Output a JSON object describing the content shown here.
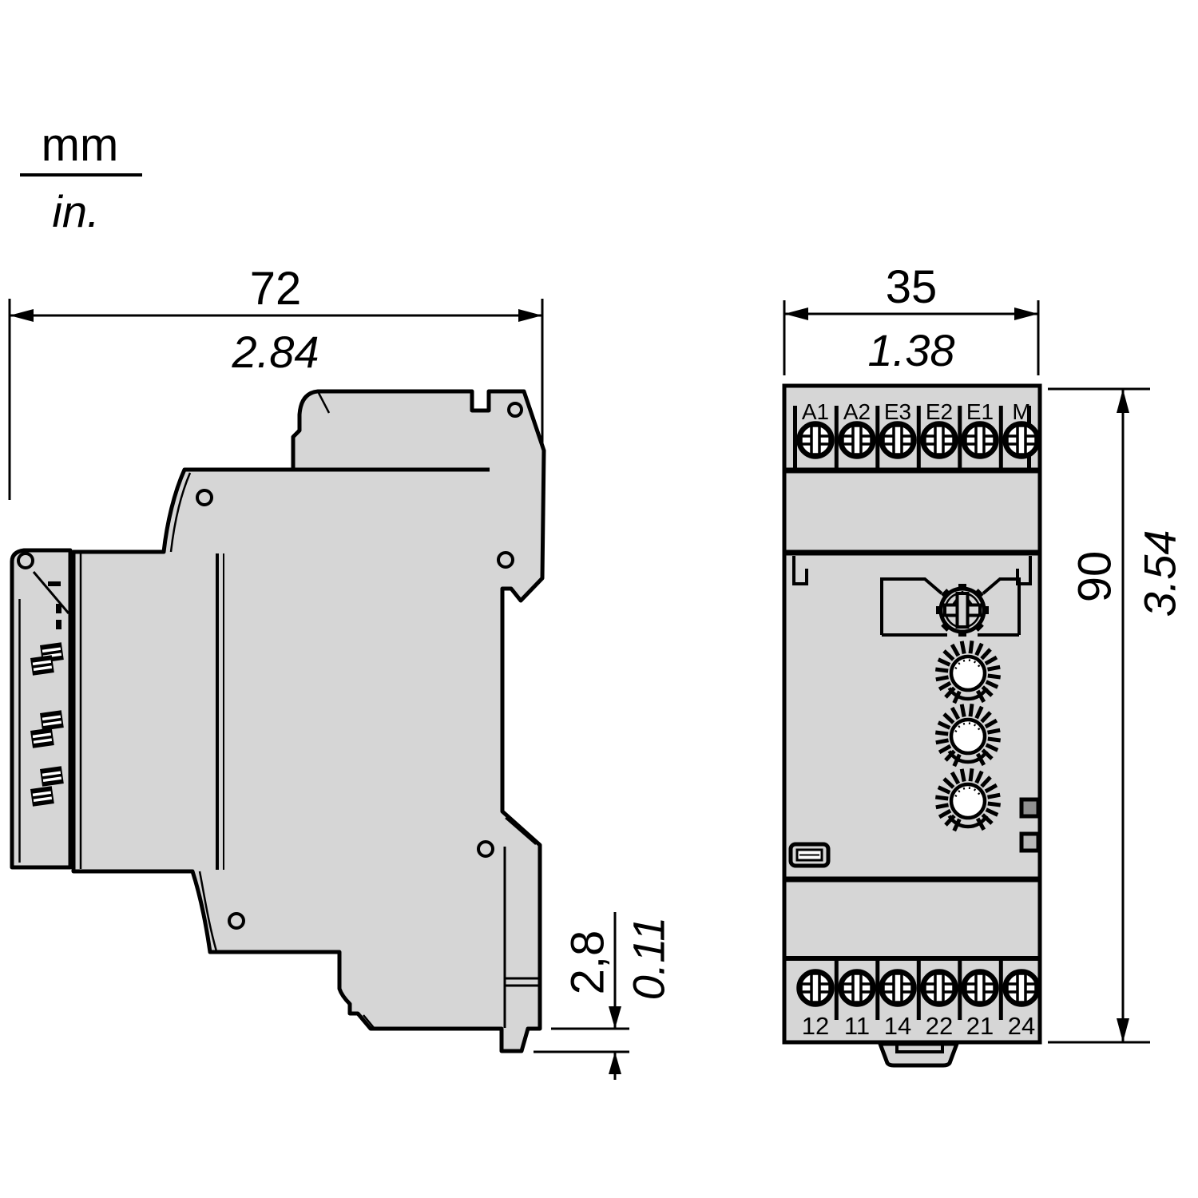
{
  "legend": {
    "numerator": "mm",
    "denominator": "in."
  },
  "dimensions": {
    "side_width": {
      "mm": "72",
      "in": "2.84"
    },
    "front_width": {
      "mm": "35",
      "in": "1.38"
    },
    "front_height": {
      "mm": "90",
      "in": "3.54"
    },
    "clip_height": {
      "mm": "2,8",
      "in": "0.11"
    }
  },
  "front_view": {
    "top_terminals": [
      "A1",
      "A2",
      "E3",
      "E2",
      "E1",
      "M"
    ],
    "bottom_terminals": [
      "12",
      "11",
      "14",
      "22",
      "21",
      "24"
    ]
  },
  "colors": {
    "body_fill": "#d6d6d6",
    "outline": "#000000",
    "led_top": "#8f8f8f",
    "led_bottom": "#b9b9b9",
    "background": "#ffffff"
  }
}
